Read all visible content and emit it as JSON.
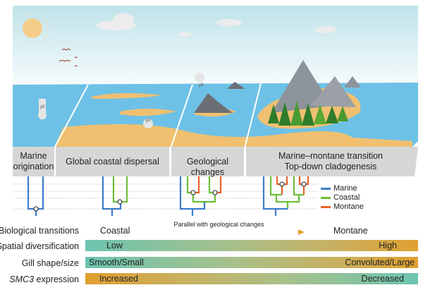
{
  "panels": [
    {
      "label": "Marine origination"
    },
    {
      "label": "Global coastal dispersal"
    },
    {
      "label": "Geological changes"
    },
    {
      "label": "Marine–montane transition",
      "label2": "Top-down cladogenesis"
    }
  ],
  "illustration": {
    "gill_label": "gill"
  },
  "legend": [
    {
      "label": "Marine",
      "color": "#3d7cc9"
    },
    {
      "label": "Coastal",
      "color": "#6cbf3a"
    },
    {
      "label": "Montane",
      "color": "#e8622a"
    }
  ],
  "rows": {
    "transitions": {
      "label": "Biological transitions",
      "start": "Coastal",
      "arrow_text": "Parallel with geological changes",
      "end": "Montane"
    },
    "spatial": {
      "label": "Spatial diversification",
      "start": "Low",
      "end": "High"
    },
    "gill": {
      "label": "Gill shape/size",
      "start": "Smooth/Small",
      "end": "Convoluted/Large"
    },
    "smc3": {
      "label_italic": "SMC3",
      "label": " expression",
      "start": "Increased",
      "end": "Decreased"
    }
  }
}
